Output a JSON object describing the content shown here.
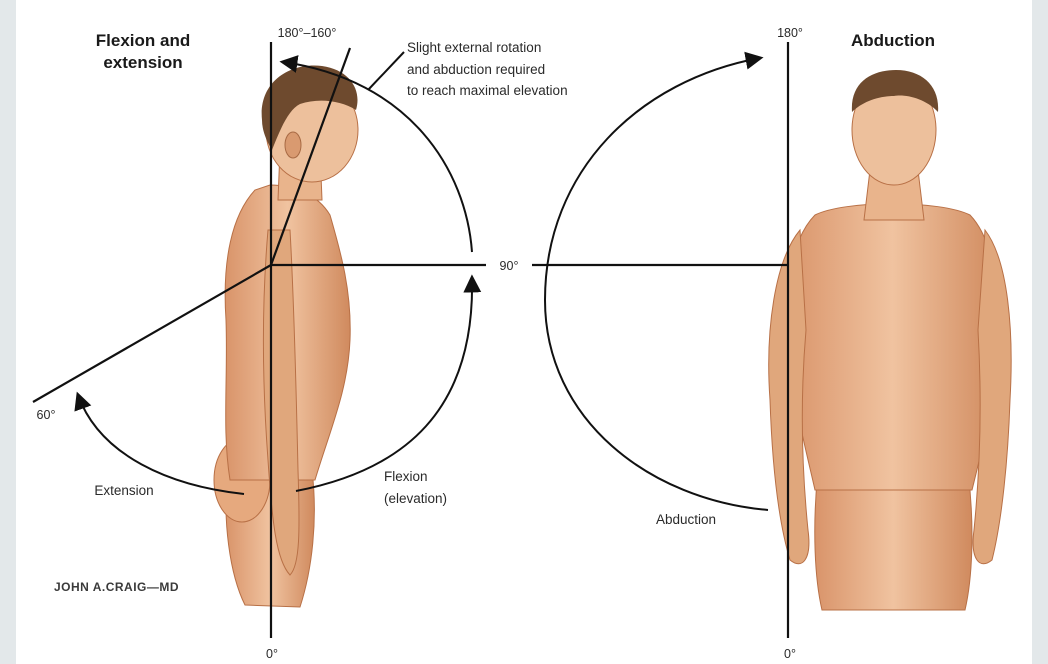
{
  "left_panel": {
    "title_line1": "Flexion and",
    "title_line2": "extension",
    "angle_top": "180°–160°",
    "note_line1": "Slight external rotation",
    "note_line2": "and abduction required",
    "note_line3": "to reach maximal elevation",
    "angle_60": "60°",
    "extension_label": "Extension",
    "flexion_line1": "Flexion",
    "flexion_line2": "(elevation)",
    "angle_bottom": "0°"
  },
  "center": {
    "angle_90": "90°"
  },
  "right_panel": {
    "title": "Abduction",
    "angle_top": "180°",
    "abduction_label": "Abduction",
    "angle_bottom": "0°"
  },
  "signature": "JOHN A.CRAIG—MD",
  "colors": {
    "background": "#e3e8ea",
    "skin": "#e9b48c",
    "skin_shadow": "#c98456",
    "hair": "#6e4a2e",
    "line": "#111111"
  }
}
